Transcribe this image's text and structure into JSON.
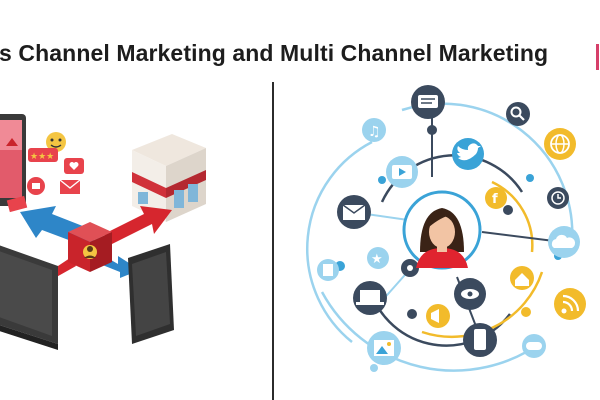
{
  "title": "oss Channel Marketing and Multi Channel Marketing",
  "colors": {
    "title_text": "#1d1d1d",
    "title_accent": "#d63f6a",
    "divider": "#2b2b2b",
    "red_box": "#c9242b",
    "blue_arrow": "#2e86c8",
    "red_arrow": "#d6262e",
    "device_dark": "#2f2f2f",
    "circle_dark": "#3b4a5e",
    "circle_light": "#3aa3d7",
    "ring_light": "#9bd3ee",
    "ring_yellow": "#f2bb2b",
    "avatar_red": "#e0242f"
  },
  "left_icons": [
    "smartphone",
    "tablet",
    "emoji-face-icon",
    "star-rating-icon",
    "mail-icon",
    "storefront-icon",
    "cube-person-icon",
    "monitor-icon"
  ],
  "right_icons": [
    "chat-icon",
    "search-icon",
    "music-icon",
    "twitter-icon",
    "globe-icon",
    "video-icon",
    "facebook-icon",
    "clock-icon",
    "mail-icon",
    "cloud-icon",
    "star-icon",
    "home-icon",
    "doc-icon",
    "eye-icon",
    "laptop-icon",
    "rss-icon",
    "megaphone-icon",
    "phone-icon",
    "gamepad-icon",
    "image-icon",
    "woman-avatar-icon"
  ]
}
